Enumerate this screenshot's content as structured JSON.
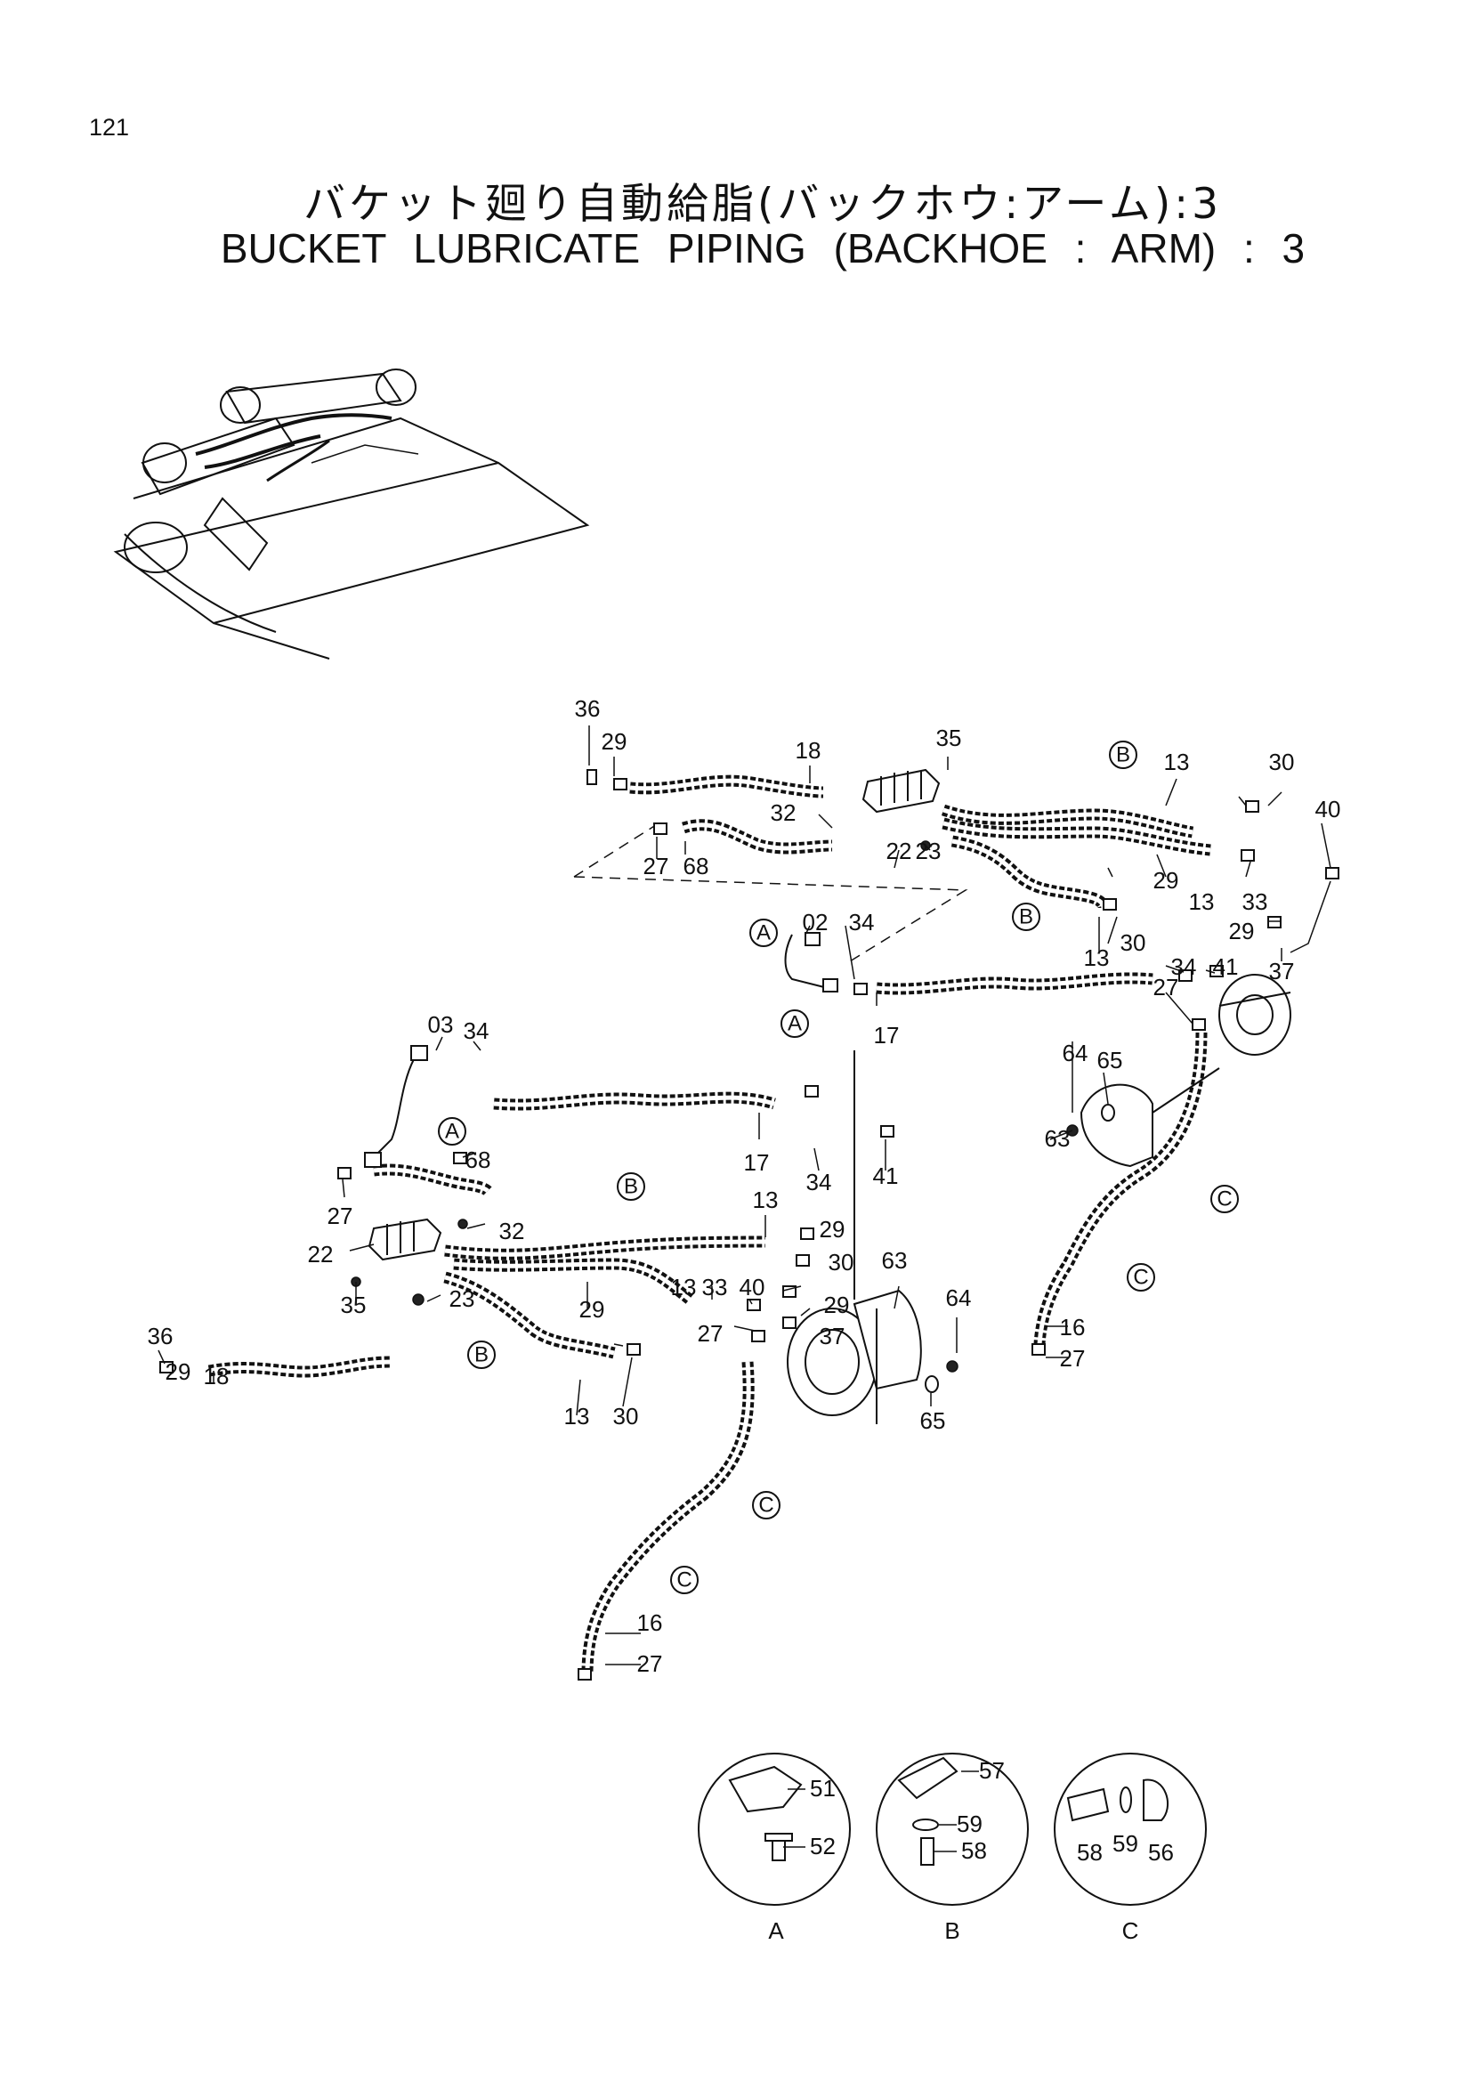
{
  "page": {
    "number": "121",
    "title_jp": "バケット廻り自動給脂(バックホウ:アーム):3",
    "title_en": "BUCKET    LUBRICATE    PIPING (BACKHOE : ARM) : 3"
  },
  "callouts": {
    "A": "A",
    "B": "B",
    "C": "C"
  },
  "part_labels": [
    "36",
    "29",
    "18",
    "35",
    "13",
    "30",
    "40",
    "32",
    "22",
    "23",
    "27",
    "68",
    "29",
    "13",
    "33",
    "02",
    "34",
    "29",
    "37",
    "30",
    "13",
    "34",
    "41",
    "17",
    "27",
    "65",
    "64",
    "63",
    "03",
    "34",
    "17",
    "34",
    "41",
    "68",
    "27",
    "32",
    "22",
    "35",
    "23",
    "36",
    "29",
    "18",
    "13",
    "29",
    "30",
    "13",
    "33",
    "40",
    "29",
    "37",
    "27",
    "63",
    "64",
    "65",
    "29",
    "30",
    "13",
    "16",
    "27",
    "16",
    "27"
  ],
  "detail_views": [
    {
      "id": "A",
      "parts": [
        "51",
        "52"
      ]
    },
    {
      "id": "B",
      "parts": [
        "57",
        "59",
        "58"
      ]
    },
    {
      "id": "C",
      "parts": [
        "58",
        "59",
        "56"
      ]
    }
  ]
}
